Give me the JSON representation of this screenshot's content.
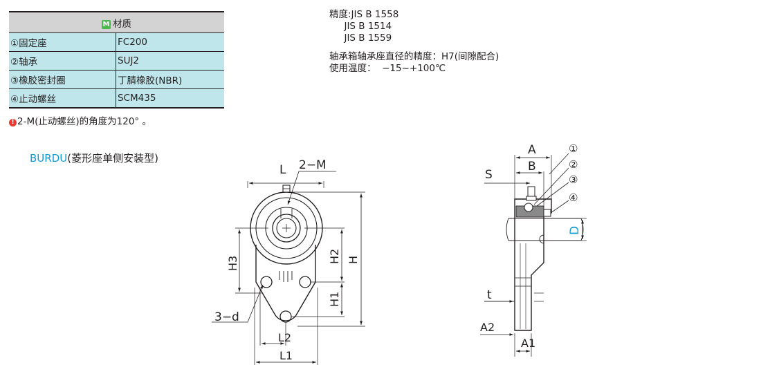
{
  "material": {
    "badge": "M",
    "header": "材质",
    "rows": [
      {
        "part": "①固定座",
        "material": "FC200"
      },
      {
        "part": "②轴承",
        "material": "SUJ2"
      },
      {
        "part": "③橡胶密封圈",
        "material": "丁腈橡胶(NBR)"
      },
      {
        "part": "④止动螺丝",
        "material": "SCM435"
      }
    ],
    "note": "2-M(止动螺丝)的角度为120° 。"
  },
  "specs": {
    "line1": "精度:JIS B 1558",
    "line2": "     JIS B 1514",
    "line3": "     JIS B 1559",
    "line4": "轴承箱轴承座直径的精度：H7(间隙配合)",
    "line5": "使用温度：  −15~+100℃"
  },
  "model": {
    "code": "BURDU",
    "desc": "(菱形座单侧安装型)"
  },
  "front_view_labels": {
    "L": "L",
    "two_M": "2−M",
    "H": "H",
    "H2": "H2",
    "H3": "H3",
    "H1": "H1",
    "three_d": "3−d",
    "L2": "L2",
    "L1": "L1"
  },
  "side_view_labels": {
    "A": "A",
    "B": "B",
    "S": "S",
    "D": "D",
    "t": "t",
    "A2": "A2",
    "A1": "A1",
    "c1": "①",
    "c2": "②",
    "c3": "③",
    "c4": "④"
  },
  "colors": {
    "table_header": "#d3d3d3",
    "table_cell": "#bfe6ea",
    "model_code": "#0f9bd7",
    "badge_green": "#4bb84c",
    "warning_red": "#e8382f",
    "line": "#231f20"
  }
}
